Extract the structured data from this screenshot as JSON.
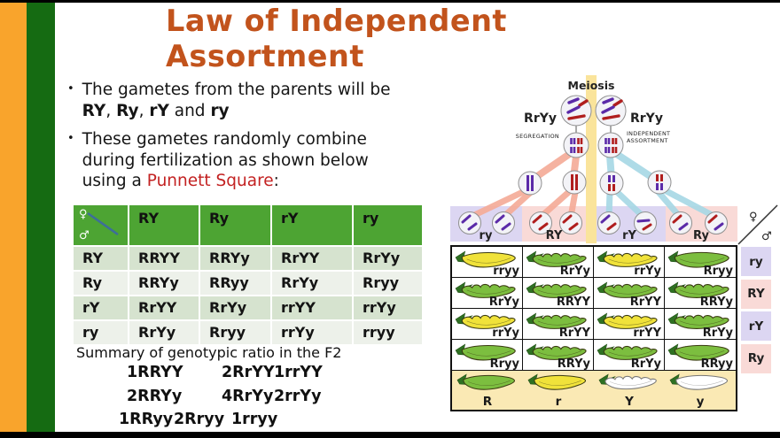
{
  "palette": {
    "title_orange": "#c2531c",
    "highlight_red": "#c32222",
    "header_green": "#4da433",
    "row_sage": "#d6e3cf",
    "row_light": "#edf1ea",
    "orange_bar": "#f9a42c",
    "green_bar": "#156b12",
    "lavender": "#dcd6f2",
    "pink": "#f9dad7",
    "band_yellow": "#fae49b",
    "legend_cream": "#fae9b4",
    "pod_green": "#7cbe3f",
    "pod_yellow": "#f0e23a",
    "salmon_line": "#f5ac99",
    "blue_line": "#a8d8e6",
    "chromosome_red": "#b01e1e",
    "chromosome_purple": "#5b2aa8"
  },
  "title": {
    "line1": "Law of Independent",
    "line2": "Assortment"
  },
  "bullets": {
    "b1": {
      "line1": "The gametes from the parents will be",
      "g1": "RY",
      "sep1": ", ",
      "g2": "Ry",
      "sep2": ", ",
      "g3": "rY",
      "sep3": " and ",
      "g4": "ry"
    },
    "b2": {
      "line1": " These gametes randomly combine",
      "line2": "during fertilization as shown below",
      "line3_pre": "using a ",
      "highlight": "Punnett Square",
      "line3_post": ":"
    }
  },
  "punnett": {
    "corner_female": "♀",
    "corner_male": "♂",
    "col_headers": [
      "RY",
      "Ry",
      "rY",
      "ry"
    ],
    "rows": [
      {
        "label": "RY",
        "cells": [
          "RRYY",
          "RRYy",
          "RrYY",
          "RrYy"
        ]
      },
      {
        "label": "Ry",
        "cells": [
          "RRYy",
          "RRyy",
          "RrYy",
          "Rryy"
        ]
      },
      {
        "label": "rY",
        "cells": [
          "RrYY",
          "RrYy",
          "rrYY",
          "rrYy"
        ]
      },
      {
        "label": "ry",
        "cells": [
          "RrYy",
          "Rryy",
          "rrYy",
          "rryy"
        ]
      }
    ]
  },
  "summary": {
    "heading": "Summary of genotypic ratio in the F2",
    "rows": [
      [
        "1RRYY",
        "2RrYY",
        "1rrYY"
      ],
      [
        "2RRYy",
        "4RrYy",
        "2rrYy"
      ],
      [
        "1RRyy",
        "2Rryy",
        "1rryy"
      ]
    ]
  },
  "diagram": {
    "meiosis_label": "Meiosis",
    "parent_left": "RrYy",
    "parent_right": "RrYy",
    "segregation_label": "SEGREGATION",
    "independent_line1": "INDEPENDENT",
    "independent_line2": "ASSORTMENT",
    "gamete_labels": [
      "ry",
      "RY",
      "rY",
      "Ry"
    ],
    "corner_female": "♀",
    "corner_male": "♂",
    "row_labels": [
      "ry",
      "RY",
      "rY",
      "Ry"
    ],
    "grid": [
      [
        {
          "genotype": "rryy",
          "pod": "yellow-smooth"
        },
        {
          "genotype": "RrYy",
          "pod": "green-bumpy"
        },
        {
          "genotype": "rrYy",
          "pod": "yellow-bumpy"
        },
        {
          "genotype": "Rryy",
          "pod": "green-smooth"
        }
      ],
      [
        {
          "genotype": "RrYy",
          "pod": "green-bumpy"
        },
        {
          "genotype": "RRYY",
          "pod": "green-bumpy"
        },
        {
          "genotype": "RrYY",
          "pod": "green-bumpy"
        },
        {
          "genotype": "RRYy",
          "pod": "green-bumpy"
        }
      ],
      [
        {
          "genotype": "rrYy",
          "pod": "yellow-bumpy"
        },
        {
          "genotype": "RrYY",
          "pod": "green-bumpy"
        },
        {
          "genotype": "rrYY",
          "pod": "yellow-bumpy"
        },
        {
          "genotype": "RrYy",
          "pod": "green-bumpy"
        }
      ],
      [
        {
          "genotype": "Rryy",
          "pod": "green-smooth"
        },
        {
          "genotype": "RRYy",
          "pod": "green-bumpy"
        },
        {
          "genotype": "RrYy",
          "pod": "green-bumpy"
        },
        {
          "genotype": "RRyy",
          "pod": "green-smooth"
        }
      ]
    ],
    "legend": [
      {
        "allele": "R",
        "pod": "green-smooth"
      },
      {
        "allele": "r",
        "pod": "yellow-smooth"
      },
      {
        "allele": "Y",
        "pod": "white-bumpy"
      },
      {
        "allele": "y",
        "pod": "white-smooth"
      }
    ]
  }
}
